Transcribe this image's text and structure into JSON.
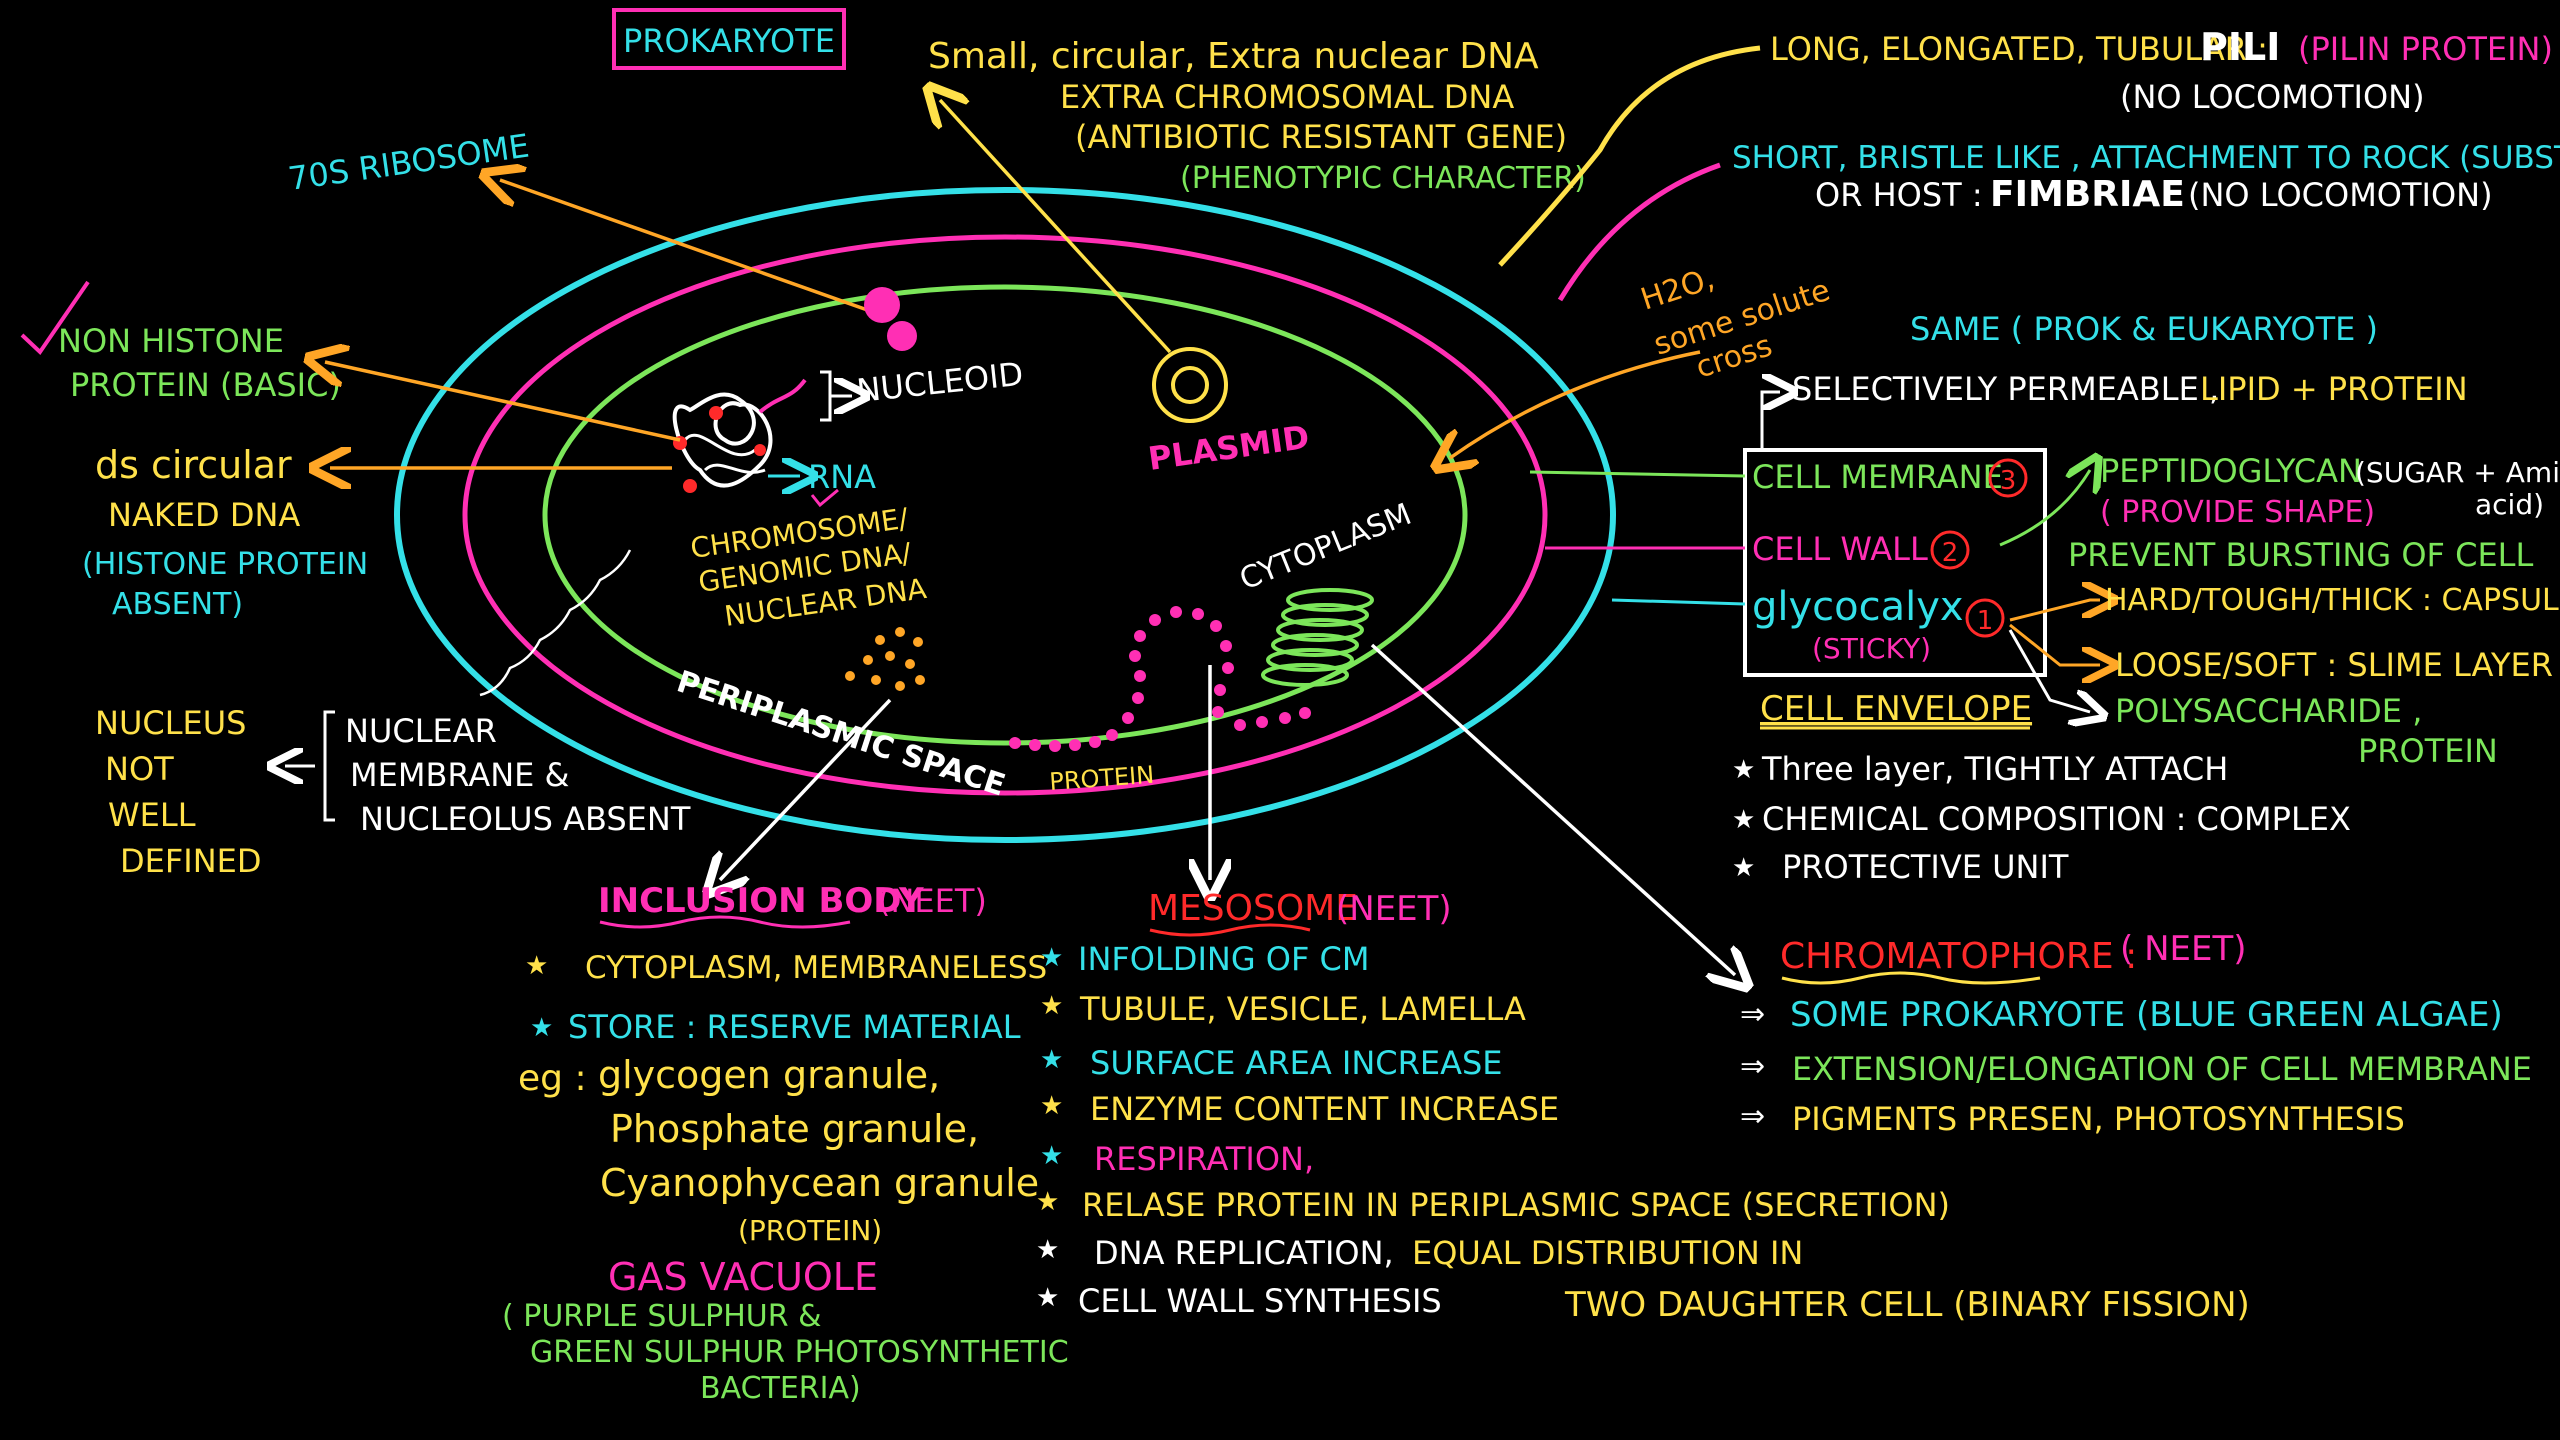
{
  "colors": {
    "cyan": "#34e0e8",
    "magenta": "#ff2fb4",
    "green": "#7ce65a",
    "yellow": "#ffe14a",
    "orange": "#ffa626",
    "white": "#ffffff",
    "red": "#ff2a2a",
    "lightgreen": "#a9f07a"
  },
  "title": "PROKARYOTE",
  "left": {
    "ribosome": "70S RIBOSOME",
    "nonhistone_1": "NON HISTONE",
    "nonhistone_2": "PROTEIN (BASIC)",
    "ds_1": "ds circular",
    "ds_2": "NAKED DNA",
    "ds_3": "(HISTONE PROTEIN",
    "ds_4": "ABSENT)",
    "nucleus_1": "NUCLEUS",
    "nucleus_2": "NOT",
    "nucleus_3": "WELL",
    "nucleus_4": "DEFINED",
    "nm_1": "NUCLEAR",
    "nm_2": "MEMBRANE &",
    "nm_3": "NUCLEOLUS ABSENT"
  },
  "cell": {
    "nucleoid": "NUCLEOID",
    "rna": "RNA",
    "chromosome_1": "CHROMOSOME/",
    "chromosome_2": "GENOMIC DNA/",
    "chromosome_3": "NUCLEAR DNA",
    "plasmid": "PLASMID",
    "cytoplasm": "CYTOPLASM",
    "periplasmic": "PERIPLASMIC SPACE",
    "protein": "PROTEIN",
    "h2o_1": "H2O,",
    "h2o_2": "some solute",
    "h2o_3": "cross"
  },
  "top": {
    "plasmid_1": "Small, circular, Extra nuclear DNA",
    "plasmid_2": "EXTRA CHROMOSOMAL DNA",
    "plasmid_3": "(ANTIBIOTIC RESISTANT GENE)",
    "plasmid_4": "(PHENOTYPIC CHARACTER)",
    "pili_a": "LONG, ELONGATED, TUBULAR :",
    "pili_b": "PILI",
    "pili_c": "(PILIN PROTEIN)",
    "pili_d": "(NO LOCOMOTION)",
    "fim_a": "SHORT, BRISTLE LIKE , ATTACHMENT TO ROCK (SUBSTRATUM)",
    "fim_b": "OR HOST :",
    "fim_c": "FIMBRIAE",
    "fim_d": "(NO LOCOMOTION)"
  },
  "right": {
    "same": "SAME ( PROK & EUKARYOTE )",
    "selective_a": "SELECTIVELY PERMEABLE ,",
    "selective_b": "LIPID + PROTEIN",
    "cm": "CELL MEMRANE",
    "cw": "CELL WALL",
    "gly": "glycocalyx",
    "sticky": "(STICKY)",
    "n3": "3",
    "n2": "2",
    "n1": "1",
    "pepti_a": "PEPTIDOGLYCAN",
    "pepti_b": "(SUGAR + Amino",
    "pepti_c": "acid)",
    "pepti_d": "( PROVIDE SHAPE)",
    "prevent": "PREVENT BURSTING OF CELL",
    "capsule": "HARD/TOUGH/THICK : CAPSULE",
    "slime": "LOOSE/SOFT : SLIME LAYER",
    "poly_a": "POLYSACCHARIDE ,",
    "poly_b": "PROTEIN",
    "envelope": "CELL ENVELOPE",
    "env_1": "Three layer, TIGHTLY ATTACH",
    "env_2": "CHEMICAL COMPOSITION : COMPLEX",
    "env_3": "PROTECTIVE UNIT"
  },
  "inclusion": {
    "title": "INCLUSION BODY",
    "neet": "(NEET)",
    "l1": "CYTOPLASM, MEMBRANELESS",
    "l2": "STORE : RESERVE MATERIAL",
    "eg": "eg :",
    "l3": "glycogen granule,",
    "l4": "Phosphate granule,",
    "l5": "Cyanophycean granule",
    "l6": "(PROTEIN)",
    "gas": "GAS VACUOLE",
    "g1": "( PURPLE SULPHUR &",
    "g2": "GREEN SULPHUR PHOTOSYNTHETIC",
    "g3": "BACTERIA)"
  },
  "mesosome": {
    "title": "MESOSOME",
    "neet": "(NEET)",
    "l1": "INFOLDING OF CM",
    "l2": "TUBULE, VESICLE, LAMELLA",
    "l3": "SURFACE AREA INCREASE",
    "l4": "ENZYME CONTENT INCREASE",
    "l5": "RESPIRATION,",
    "l6": "RELASE PROTEIN IN PERIPLASMIC SPACE (SECRETION)",
    "l7a": "DNA REPLICATION,",
    "l7b": "EQUAL DISTRIBUTION IN",
    "l7c": "TWO DAUGHTER CELL (BINARY FISSION)",
    "l8": "CELL WALL SYNTHESIS"
  },
  "chromatophore": {
    "title": "CHROMATOPHORE :",
    "neet": "( NEET)",
    "l1": "SOME PROKARYOTE (BLUE GREEN ALGAE)",
    "l2": "EXTENSION/ELONGATION OF CELL MEMBRANE",
    "l3": "PIGMENTS PRESEN, PHOTOSYNTHESIS"
  }
}
